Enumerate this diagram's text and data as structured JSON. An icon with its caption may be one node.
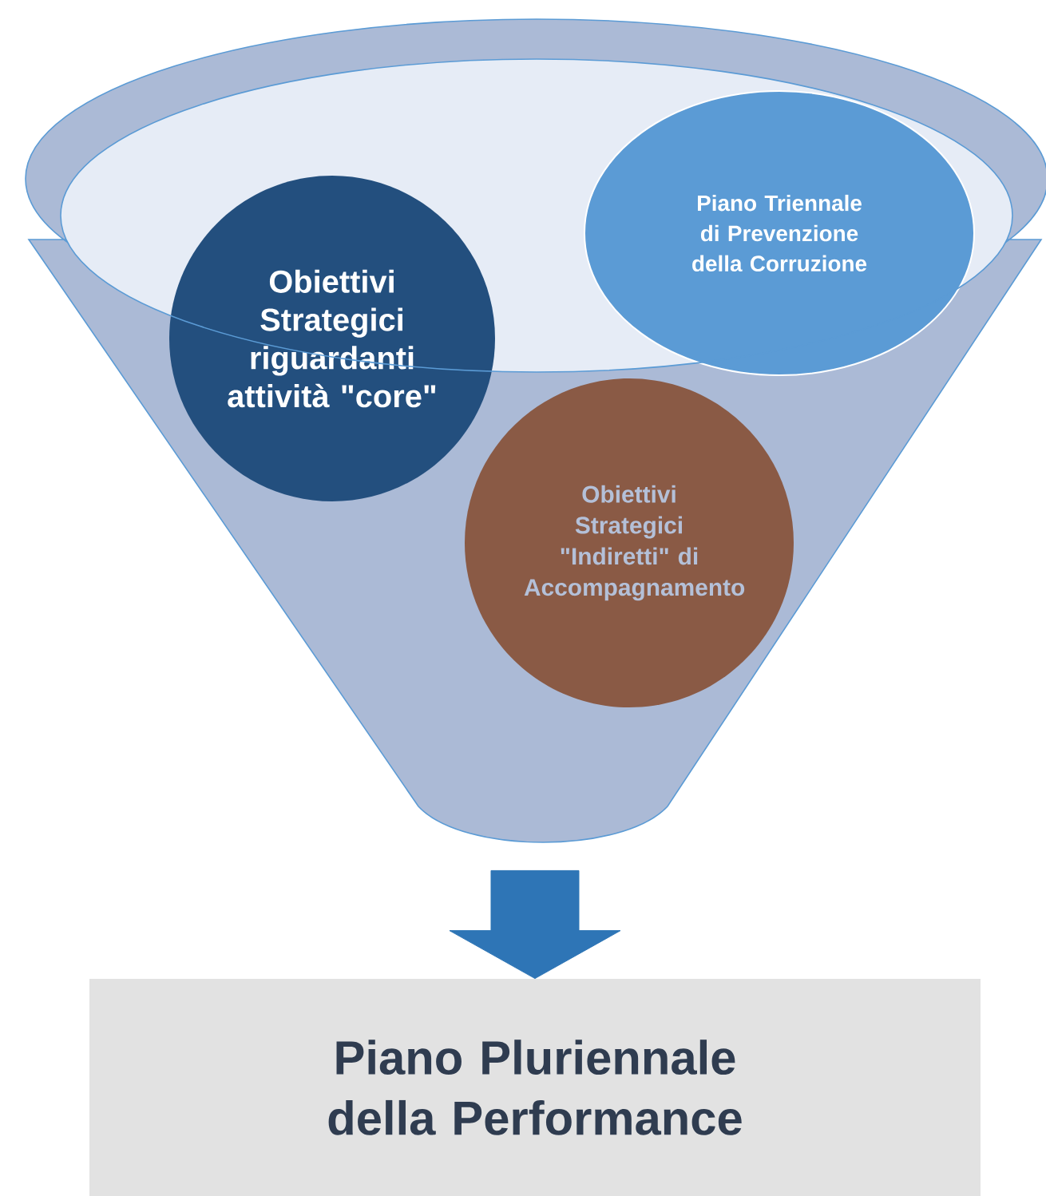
{
  "diagram": {
    "nodes": [
      {
        "text": [],
        "shape": "funnel"
      },
      {
        "text": [
          "Obiettivi Strategici riguardanti attività \"core\""
        ],
        "in": 0
      },
      {
        "text": [
          "Piano Triennale di Prevenzione della Corruzione"
        ],
        "in": 0
      },
      {
        "text": [
          "Obiettivi Strategici \"Indiretti\" di Accompagnamento"
        ],
        "in": 0
      },
      {
        "text": [
          "Piano Pluriennale della Performance"
        ]
      }
    ],
    "edges": [
      {
        "from": 0,
        "to": 4,
        "arrow": "to"
      }
    ]
  }
}
